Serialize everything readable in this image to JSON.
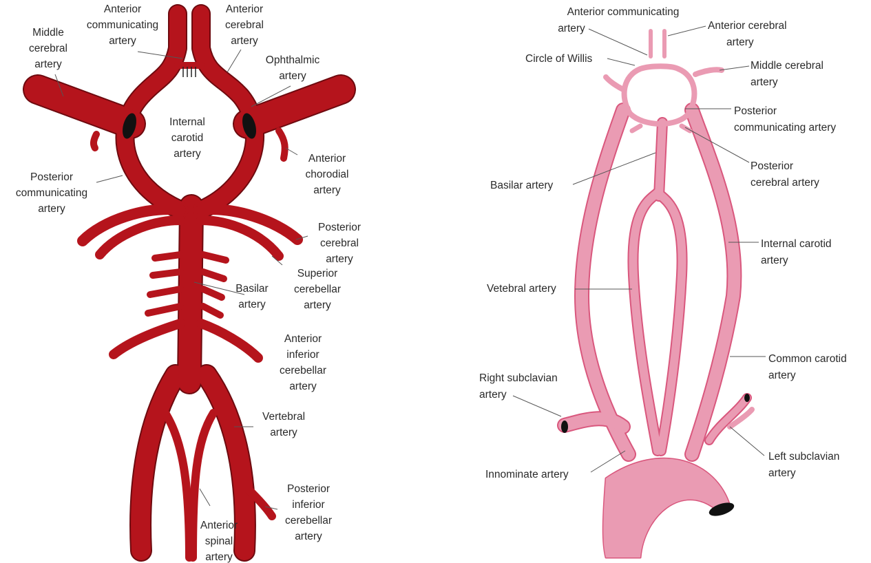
{
  "colors": {
    "left_artery": "#b5141c",
    "right_artery": "#ea9bb3",
    "right_outline": "#d9577d",
    "outline": "#6e0a0f",
    "lumen": "#111111",
    "background": "#ffffff"
  },
  "left_diagram": {
    "labels": {
      "middle_cerebral": [
        "Middle",
        "cerebral",
        "artery"
      ],
      "anterior_communicating": [
        "Anterior",
        "communicating",
        "artery"
      ],
      "anterior_cerebral": [
        "Anterior",
        "cerebral",
        "artery"
      ],
      "ophthalmic": [
        "Ophthalmic",
        "artery"
      ],
      "internal_carotid": [
        "Internal",
        "carotid",
        "artery"
      ],
      "anterior_chorodial": [
        "Anterior",
        "chorodial",
        "artery"
      ],
      "posterior_communicating": [
        "Posterior",
        "communicating",
        "artery"
      ],
      "posterior_cerebral": [
        "Posterior",
        "cerebral",
        "artery"
      ],
      "superior_cerebellar": [
        "Superior",
        "cerebellar",
        "artery"
      ],
      "basilar": [
        "Basilar",
        "artery"
      ],
      "anterior_inferior_cerebellar": [
        "Anterior",
        "inferior",
        "cerebellar",
        "artery"
      ],
      "vertebral": [
        "Vertebral",
        "artery"
      ],
      "posterior_inferior_cerebellar": [
        "Posterior",
        "inferior",
        "cerebellar",
        "artery"
      ],
      "anterior_spinal": [
        "Anterior",
        "spinal",
        "artery"
      ]
    }
  },
  "right_diagram": {
    "labels": {
      "anterior_communicating": [
        "Anterior communicating",
        "artery"
      ],
      "anterior_cerebral": [
        "Anterior cerebral",
        "artery"
      ],
      "circle_of_willis": [
        "Circle of Willis"
      ],
      "middle_cerebral": [
        "Middle cerebral",
        "artery"
      ],
      "posterior_communicating": [
        "Posterior",
        "communicating artery"
      ],
      "basilar": [
        "Basilar artery"
      ],
      "posterior_cerebral": [
        "Posterior",
        "cerebral artery"
      ],
      "internal_carotid": [
        "Internal carotid",
        "artery"
      ],
      "vetebral": [
        "Vetebral artery"
      ],
      "common_carotid": [
        "Common carotid",
        "artery"
      ],
      "right_subclavian": [
        "Right subclavian",
        "artery"
      ],
      "left_subclavian": [
        "Left subclavian",
        "artery"
      ],
      "innominate": [
        "Innominate artery"
      ]
    }
  }
}
